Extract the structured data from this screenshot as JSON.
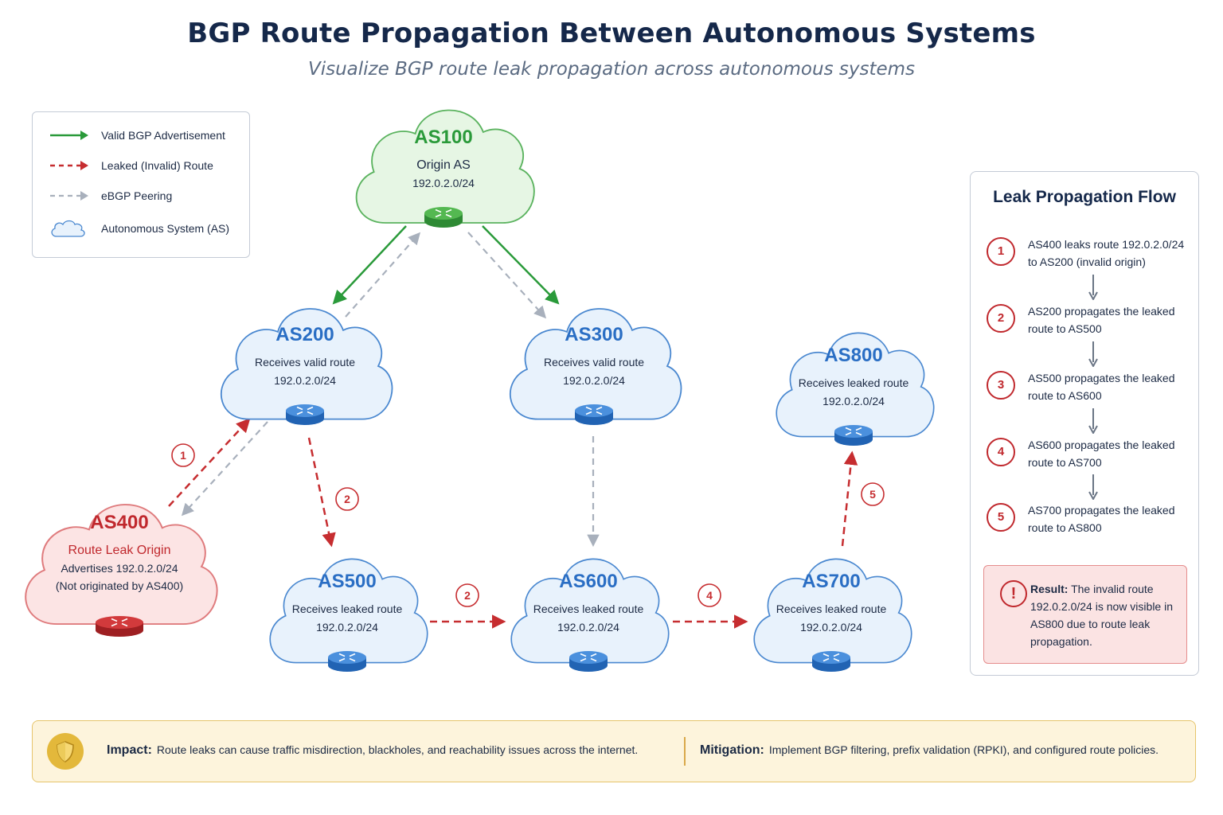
{
  "title": "BGP Route Propagation Between Autonomous Systems",
  "subtitle": "Visualize BGP route leak propagation across autonomous systems",
  "legend": {
    "items": [
      {
        "label": "Valid BGP Advertisement"
      },
      {
        "label": "Leaked (Invalid) Route"
      },
      {
        "label": "eBGP Peering"
      },
      {
        "label": "Autonomous System (AS)"
      }
    ]
  },
  "colors": {
    "valid": "#2a9a3a",
    "leaked": "#c62d30",
    "peering": "#a8b0bc",
    "as_blue": "#2a6ec4",
    "as_green": "#2a9a3a",
    "as_red": "#c0282d"
  },
  "nodes": {
    "as100": {
      "name": "AS100",
      "line1": "Origin AS",
      "line2": "192.0.2.0/24",
      "kind": "origin"
    },
    "as200": {
      "name": "AS200",
      "line1": "Receives valid route",
      "line2": "192.0.2.0/24",
      "kind": "valid"
    },
    "as300": {
      "name": "AS300",
      "line1": "Receives valid route",
      "line2": "192.0.2.0/24",
      "kind": "valid"
    },
    "as400": {
      "name": "AS400",
      "line1": "Route Leak Origin",
      "line2": "Advertises 192.0.2.0/24",
      "line3": "(Not originated by AS400)",
      "kind": "leak"
    },
    "as500": {
      "name": "AS500",
      "line1": "Receives leaked route",
      "line2": "192.0.2.0/24",
      "kind": "leaked"
    },
    "as600": {
      "name": "AS600",
      "line1": "Receives leaked route",
      "line2": "192.0.2.0/24",
      "kind": "leaked"
    },
    "as700": {
      "name": "AS700",
      "line1": "Receives leaked route",
      "line2": "192.0.2.0/24",
      "kind": "leaked"
    },
    "as800": {
      "name": "AS800",
      "line1": "Receives leaked route",
      "line2": "192.0.2.0/24",
      "kind": "leaked"
    }
  },
  "edge_badges": {
    "leak_400_200": "1",
    "leak_200_500": "2",
    "leak_500_600": "2",
    "leak_600_700": "4",
    "leak_700_800": "5"
  },
  "flow": {
    "title": "Leak Propagation Flow",
    "steps": [
      {
        "num": "1",
        "text": "AS400 leaks route 192.0.2.0/24 to AS200 (invalid origin)"
      },
      {
        "num": "2",
        "text": "AS200 propagates the leaked route to AS500"
      },
      {
        "num": "3",
        "text": "AS500 propagates the leaked route to AS600"
      },
      {
        "num": "4",
        "text": "AS600 propagates the leaked route to AS700"
      },
      {
        "num": "5",
        "text": "AS700 propagates the leaked route to AS800"
      }
    ],
    "result_icon": "!",
    "result_label": "Result:",
    "result_text": "The invalid route 192.0.2.0/24 is now visible in AS800 due to route leak propagation."
  },
  "banner": {
    "impact_label": "Impact:",
    "impact_text": "Route leaks can cause traffic misdirection, blackholes, and reachability issues across the internet.",
    "mitigation_label": "Mitigation:",
    "mitigation_text": "Implement BGP filtering, prefix validation (RPKI), and configured route policies.",
    "icon": "shield-icon"
  }
}
